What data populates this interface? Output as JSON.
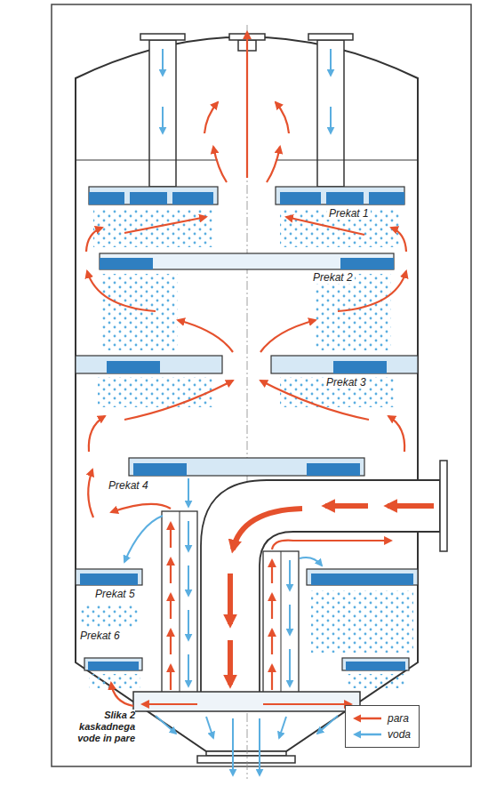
{
  "diagram": {
    "caption": "Slika 2 kaskadnega vode in pare",
    "labels": [
      "Prekat 1",
      "Prekat 2",
      "Prekat 3",
      "Prekat 4",
      "Prekat 5",
      "Prekat 6"
    ],
    "legend": [
      {
        "text": "para",
        "color": "#e5512d"
      },
      {
        "text": "voda",
        "color": "#5aaee0"
      }
    ]
  }
}
